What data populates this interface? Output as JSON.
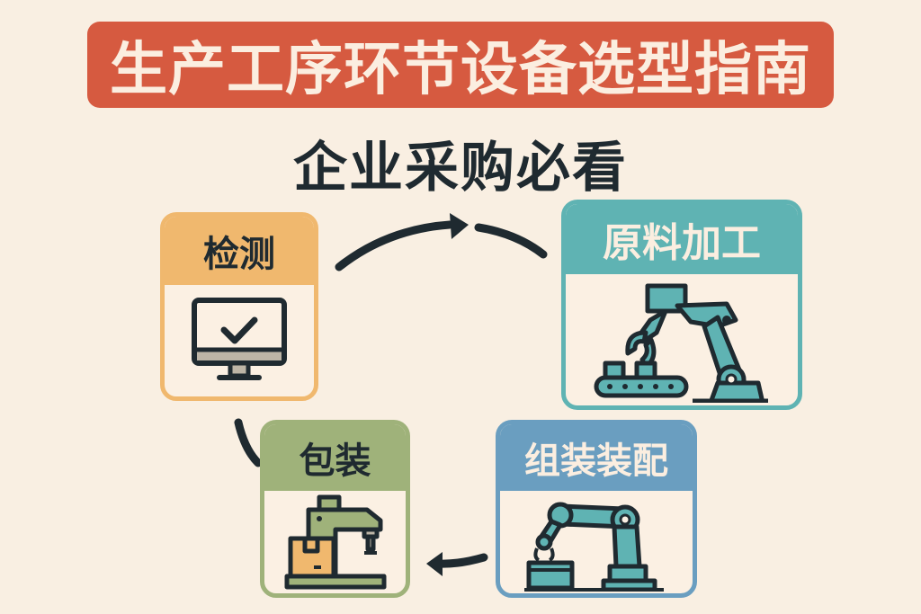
{
  "header": {
    "title": "生产工序环节设备选型指南",
    "subtitle": "企业采购必看"
  },
  "colors": {
    "background": "#f9efe2",
    "banner": "#d65a40",
    "dark": "#1f2a30",
    "inspection": "#f0b86e",
    "raw_processing": "#5fb3b3",
    "assembly": "#6a9ec0",
    "packaging": "#9fb27a"
  },
  "stages": [
    {
      "id": "inspection",
      "label": "检测",
      "icon": "monitor-checkmark-icon"
    },
    {
      "id": "raw_processing",
      "label": "原料加工",
      "icon": "robot-arm-conveyor-icon"
    },
    {
      "id": "assembly",
      "label": "组装装配",
      "icon": "robot-arm-assembly-icon"
    },
    {
      "id": "packaging",
      "label": "包装",
      "icon": "packaging-machine-icon"
    }
  ],
  "flow": [
    "检测",
    "原料加工",
    "组装装配",
    "包装",
    "检测"
  ]
}
